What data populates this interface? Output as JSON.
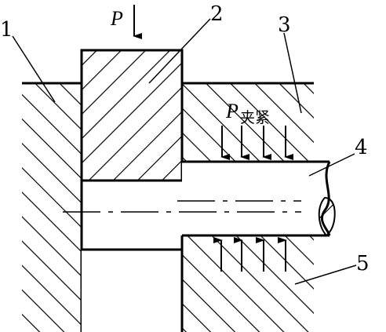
{
  "labels": {
    "part1": "1",
    "part2": "2",
    "part3": "3",
    "part4": "4",
    "part5": "5",
    "force_p": "P",
    "force_clamp_main": "P",
    "force_clamp_sub": "夹紧"
  }
}
